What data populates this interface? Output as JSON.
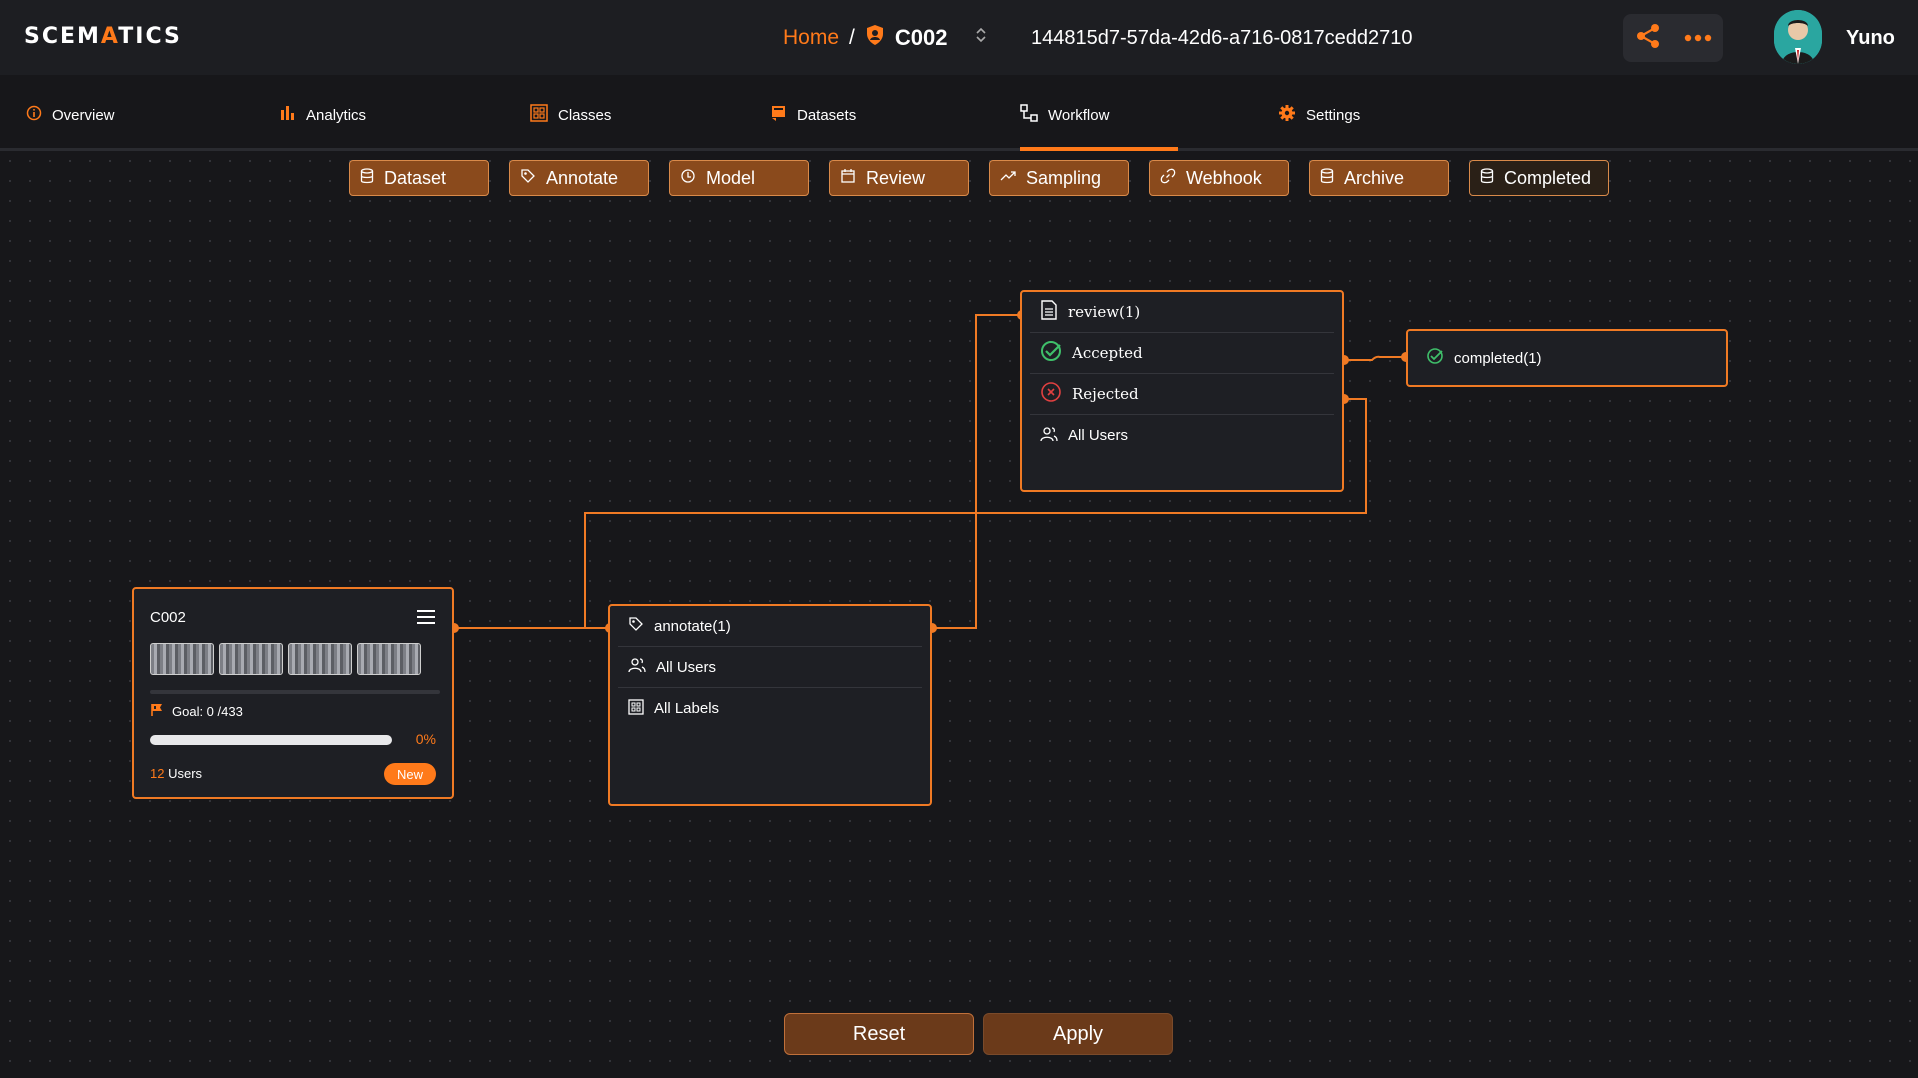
{
  "app": {
    "logo_prefix": "SCEM",
    "logo_accent": "A",
    "logo_suffix": "TICS"
  },
  "breadcrumb": {
    "home": "Home",
    "separator": "/",
    "project": "C002",
    "project_id": "144815d7-57da-42d6-a716-0817cedd2710"
  },
  "user": {
    "name": "Yuno"
  },
  "nav": {
    "tabs": [
      {
        "label": "Overview",
        "icon": "info-icon"
      },
      {
        "label": "Analytics",
        "icon": "bar-chart-icon"
      },
      {
        "label": "Classes",
        "icon": "grid-icon"
      },
      {
        "label": "Datasets",
        "icon": "dataset-icon"
      },
      {
        "label": "Workflow",
        "icon": "workflow-icon"
      },
      {
        "label": "Settings",
        "icon": "gear-icon"
      }
    ],
    "active": "Workflow"
  },
  "palette": {
    "buttons": [
      {
        "label": "Dataset",
        "icon": "database-icon"
      },
      {
        "label": "Annotate",
        "icon": "tag-icon"
      },
      {
        "label": "Model",
        "icon": "model-icon"
      },
      {
        "label": "Review",
        "icon": "calendar-icon"
      },
      {
        "label": "Sampling",
        "icon": "trend-icon"
      },
      {
        "label": "Webhook",
        "icon": "link-icon"
      },
      {
        "label": "Archive",
        "icon": "database-icon"
      },
      {
        "label": "Completed",
        "icon": "database-icon"
      }
    ]
  },
  "nodes": {
    "dataset": {
      "title": "C002",
      "goal": "Goal: 0 /433",
      "progress_pct": 0,
      "progress_label": "0%",
      "users_count": "12",
      "users_label": " Users",
      "badge": "New"
    },
    "annotate": {
      "title": "annotate(1)",
      "users": "All Users",
      "labels": "All Labels"
    },
    "review": {
      "title": "review(1)",
      "accepted": "Accepted",
      "rejected": "Rejected",
      "users": "All Users"
    },
    "completed": {
      "title": "completed(1)"
    }
  },
  "actions": {
    "reset": "Reset",
    "apply": "Apply"
  },
  "colors": {
    "accent": "#ff7a1a",
    "accepted": "#3fbf6a",
    "rejected": "#e04040",
    "wire": "#f07a24"
  }
}
